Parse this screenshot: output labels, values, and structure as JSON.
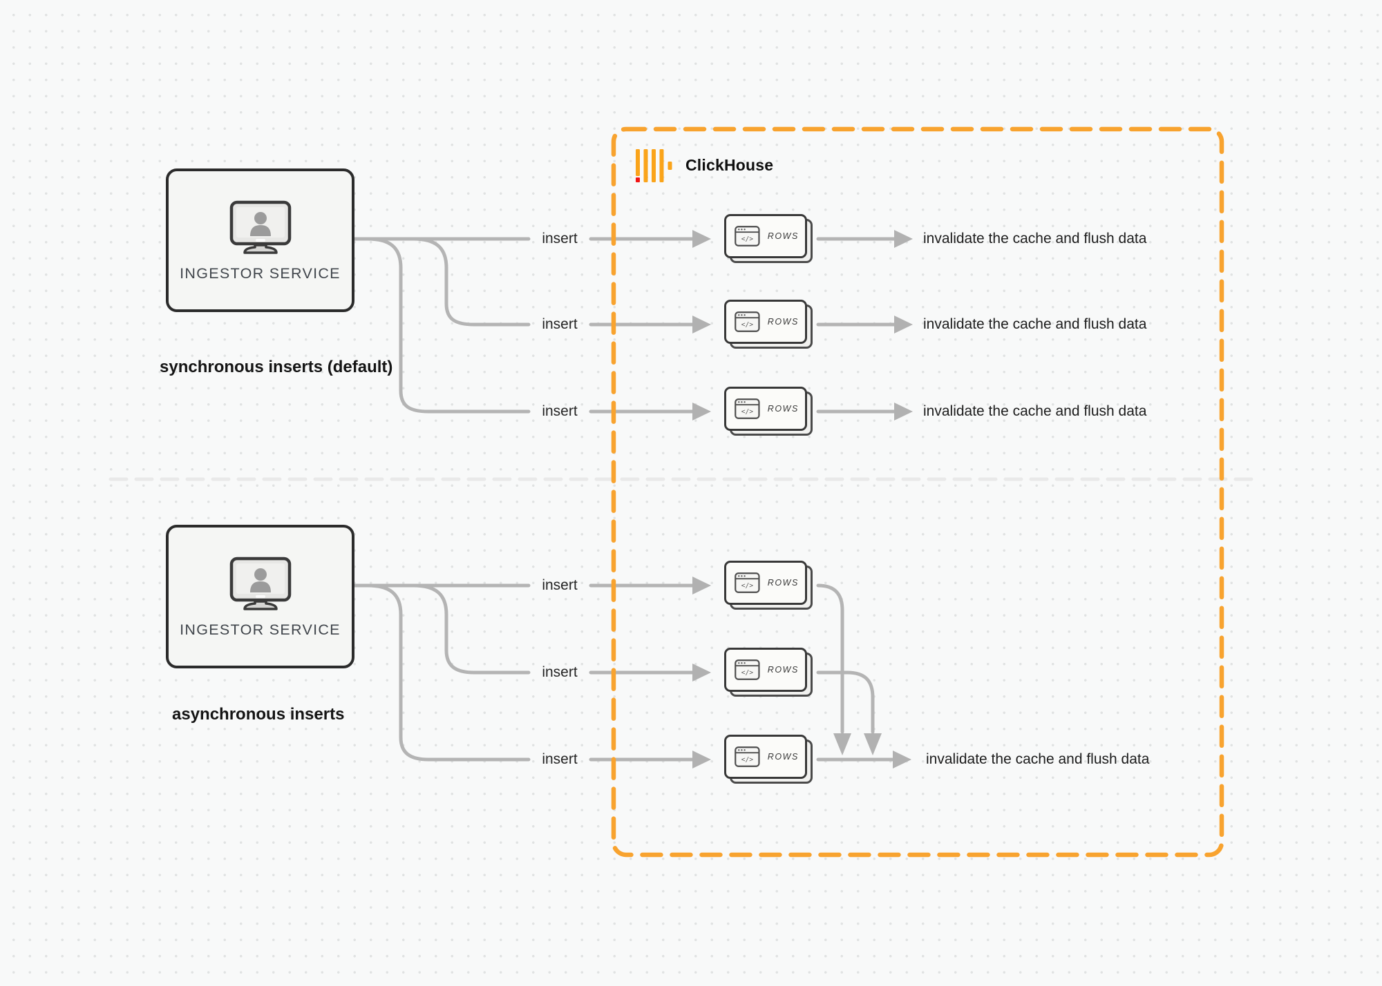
{
  "clickhouse": {
    "name": "ClickHouse"
  },
  "sections": {
    "sync": {
      "label": "synchronous inserts (default)",
      "service_title": "INGESTOR SERVICE",
      "rows": [
        {
          "insert_label": "insert",
          "card_label": "ROWS",
          "code_glyph": "</>",
          "result_label": "invalidate the cache and flush data"
        },
        {
          "insert_label": "insert",
          "card_label": "ROWS",
          "code_glyph": "</>",
          "result_label": "invalidate the cache and flush data"
        },
        {
          "insert_label": "insert",
          "card_label": "ROWS",
          "code_glyph": "</>",
          "result_label": "invalidate the cache and flush data"
        }
      ]
    },
    "async": {
      "label": "asynchronous inserts",
      "service_title": "INGESTOR SERVICE",
      "rows": [
        {
          "insert_label": "insert",
          "card_label": "ROWS",
          "code_glyph": "</>"
        },
        {
          "insert_label": "insert",
          "card_label": "ROWS",
          "code_glyph": "</>"
        },
        {
          "insert_label": "insert",
          "card_label": "ROWS",
          "code_glyph": "</>"
        }
      ],
      "result_label": "invalidate the cache and flush data"
    }
  },
  "colors": {
    "boundary_orange": "#F8A32F",
    "connector_gray": "#b4b4b4",
    "divider_gray": "#e9e9e9",
    "logo_amber": "#FAA41A",
    "logo_red": "#F21313"
  }
}
